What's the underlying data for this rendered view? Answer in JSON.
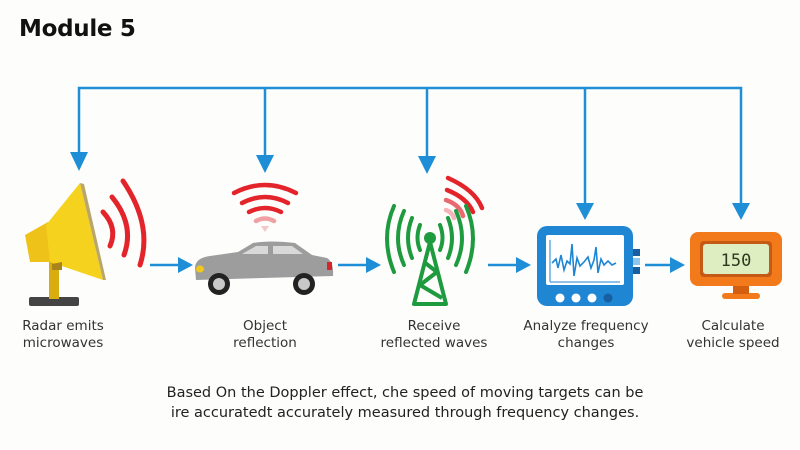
{
  "header": {
    "title": "Module 5"
  },
  "steps": [
    {
      "id": "radar",
      "line1": "Radar emits",
      "line2": "microwaves",
      "icon": "radar-horn-icon"
    },
    {
      "id": "object",
      "line1": "Object",
      "line2": "reflection",
      "icon": "car-icon"
    },
    {
      "id": "receive",
      "line1": "Receive",
      "line2": "reflected waves",
      "icon": "antenna-tower-icon"
    },
    {
      "id": "analyze",
      "line1": "Analyze frequency",
      "line2": "changes",
      "icon": "waveform-monitor-icon"
    },
    {
      "id": "calculate",
      "line1": "Calculate",
      "line2": "vehicle speed",
      "icon": "speed-display-icon"
    }
  ],
  "speed_display": {
    "value": "150"
  },
  "caption": {
    "line1": "Based On the Doppler effect, che  speed of moving targets can be",
    "line2": "ire accuratedt accurately measured through frequency changes."
  },
  "colors": {
    "arrow": "#1e8fd6",
    "wave_red": "#e3242b",
    "tower_green": "#1e9a3f",
    "radar_yellow": "#f2c81a",
    "monitor_blue": "#1f86d4",
    "display_orange": "#f27a1a",
    "lcd_green": "#dfeec0"
  }
}
